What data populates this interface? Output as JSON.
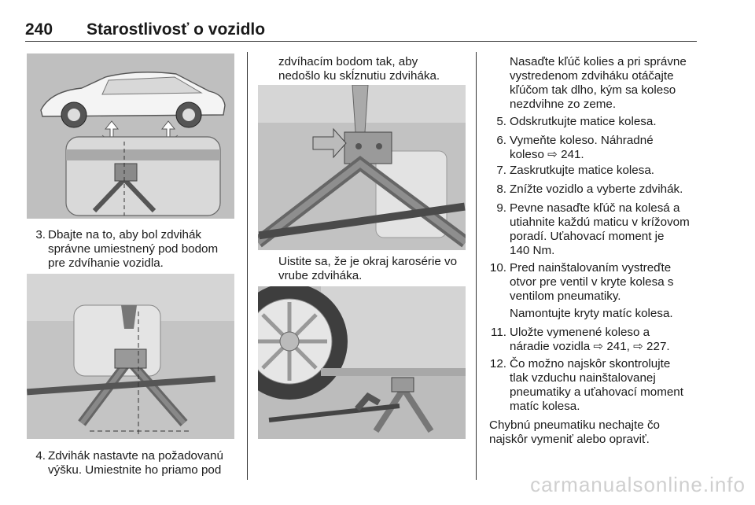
{
  "header": {
    "page_number": "240",
    "title": "Starostlivosť o vozidlo"
  },
  "column1": {
    "step3": {
      "number": "3.",
      "lines": [
        "Dbajte na to, aby bol zdvihák",
        "správne umiestnený pod bodom",
        "pre zdvíhanie vozidla."
      ]
    },
    "step4": {
      "number": "4.",
      "lines": [
        "Zdvihák nastavte na požadovanú",
        "výšku. Umiestnite ho priamo pod"
      ]
    }
  },
  "column2": {
    "top_lines": [
      "zdvíhacím bodom tak, aby",
      "nedošlo ku skĺznutiu zdviháka."
    ],
    "mid_lines": [
      "Uistite sa, že je okraj karosérie vo",
      "vrube zdviháka."
    ]
  },
  "column3": {
    "intro_lines": [
      "Nasaďte kľúč kolies a pri správne",
      "vystredenom zdviháku otáčajte",
      "kľúčom tak dlho, kým sa koleso",
      "nezdvihne zo zeme."
    ],
    "step5": {
      "number": "5.",
      "lines": [
        "Odskrutkujte matice kolesa."
      ]
    },
    "step6": {
      "number": "6.",
      "lines": [
        "Vymeňte koleso. Náhradné",
        "koleso ⇨ 241."
      ]
    },
    "step7": {
      "number": "7.",
      "lines": [
        "Zaskrutkujte matice kolesa."
      ]
    },
    "step8": {
      "number": "8.",
      "lines": [
        "Znížte vozidlo a vyberte zdvihák."
      ]
    },
    "step9": {
      "number": "9.",
      "lines": [
        "Pevne nasaďte kľúč na kolesá a",
        "utiahnite každú maticu v krížovom",
        "poradí. Uťahovací moment je",
        "140 Nm."
      ]
    },
    "step10": {
      "number": "10.",
      "lines": [
        "Pred nainštalovaním vystreďte",
        "otvor pre ventil v kryte kolesa s",
        "ventilom pneumatiky."
      ],
      "extra": "Namontujte kryty matíc kolesa."
    },
    "step11": {
      "number": "11.",
      "lines": [
        "Uložte vymenené koleso a",
        "náradie vozidla ⇨ 241, ⇨ 227."
      ]
    },
    "step12": {
      "number": "12.",
      "lines": [
        "Čo možno najskôr skontrolujte",
        "tlak vzduchu nainštalovanej",
        "pneumatiky a uťahovací moment",
        "matíc kolesa."
      ]
    },
    "closing_lines": [
      "Chybnú pneumatiku nechajte čo",
      "najskôr vymeniť alebo opraviť."
    ]
  },
  "watermark": "carmanualsonline.info"
}
